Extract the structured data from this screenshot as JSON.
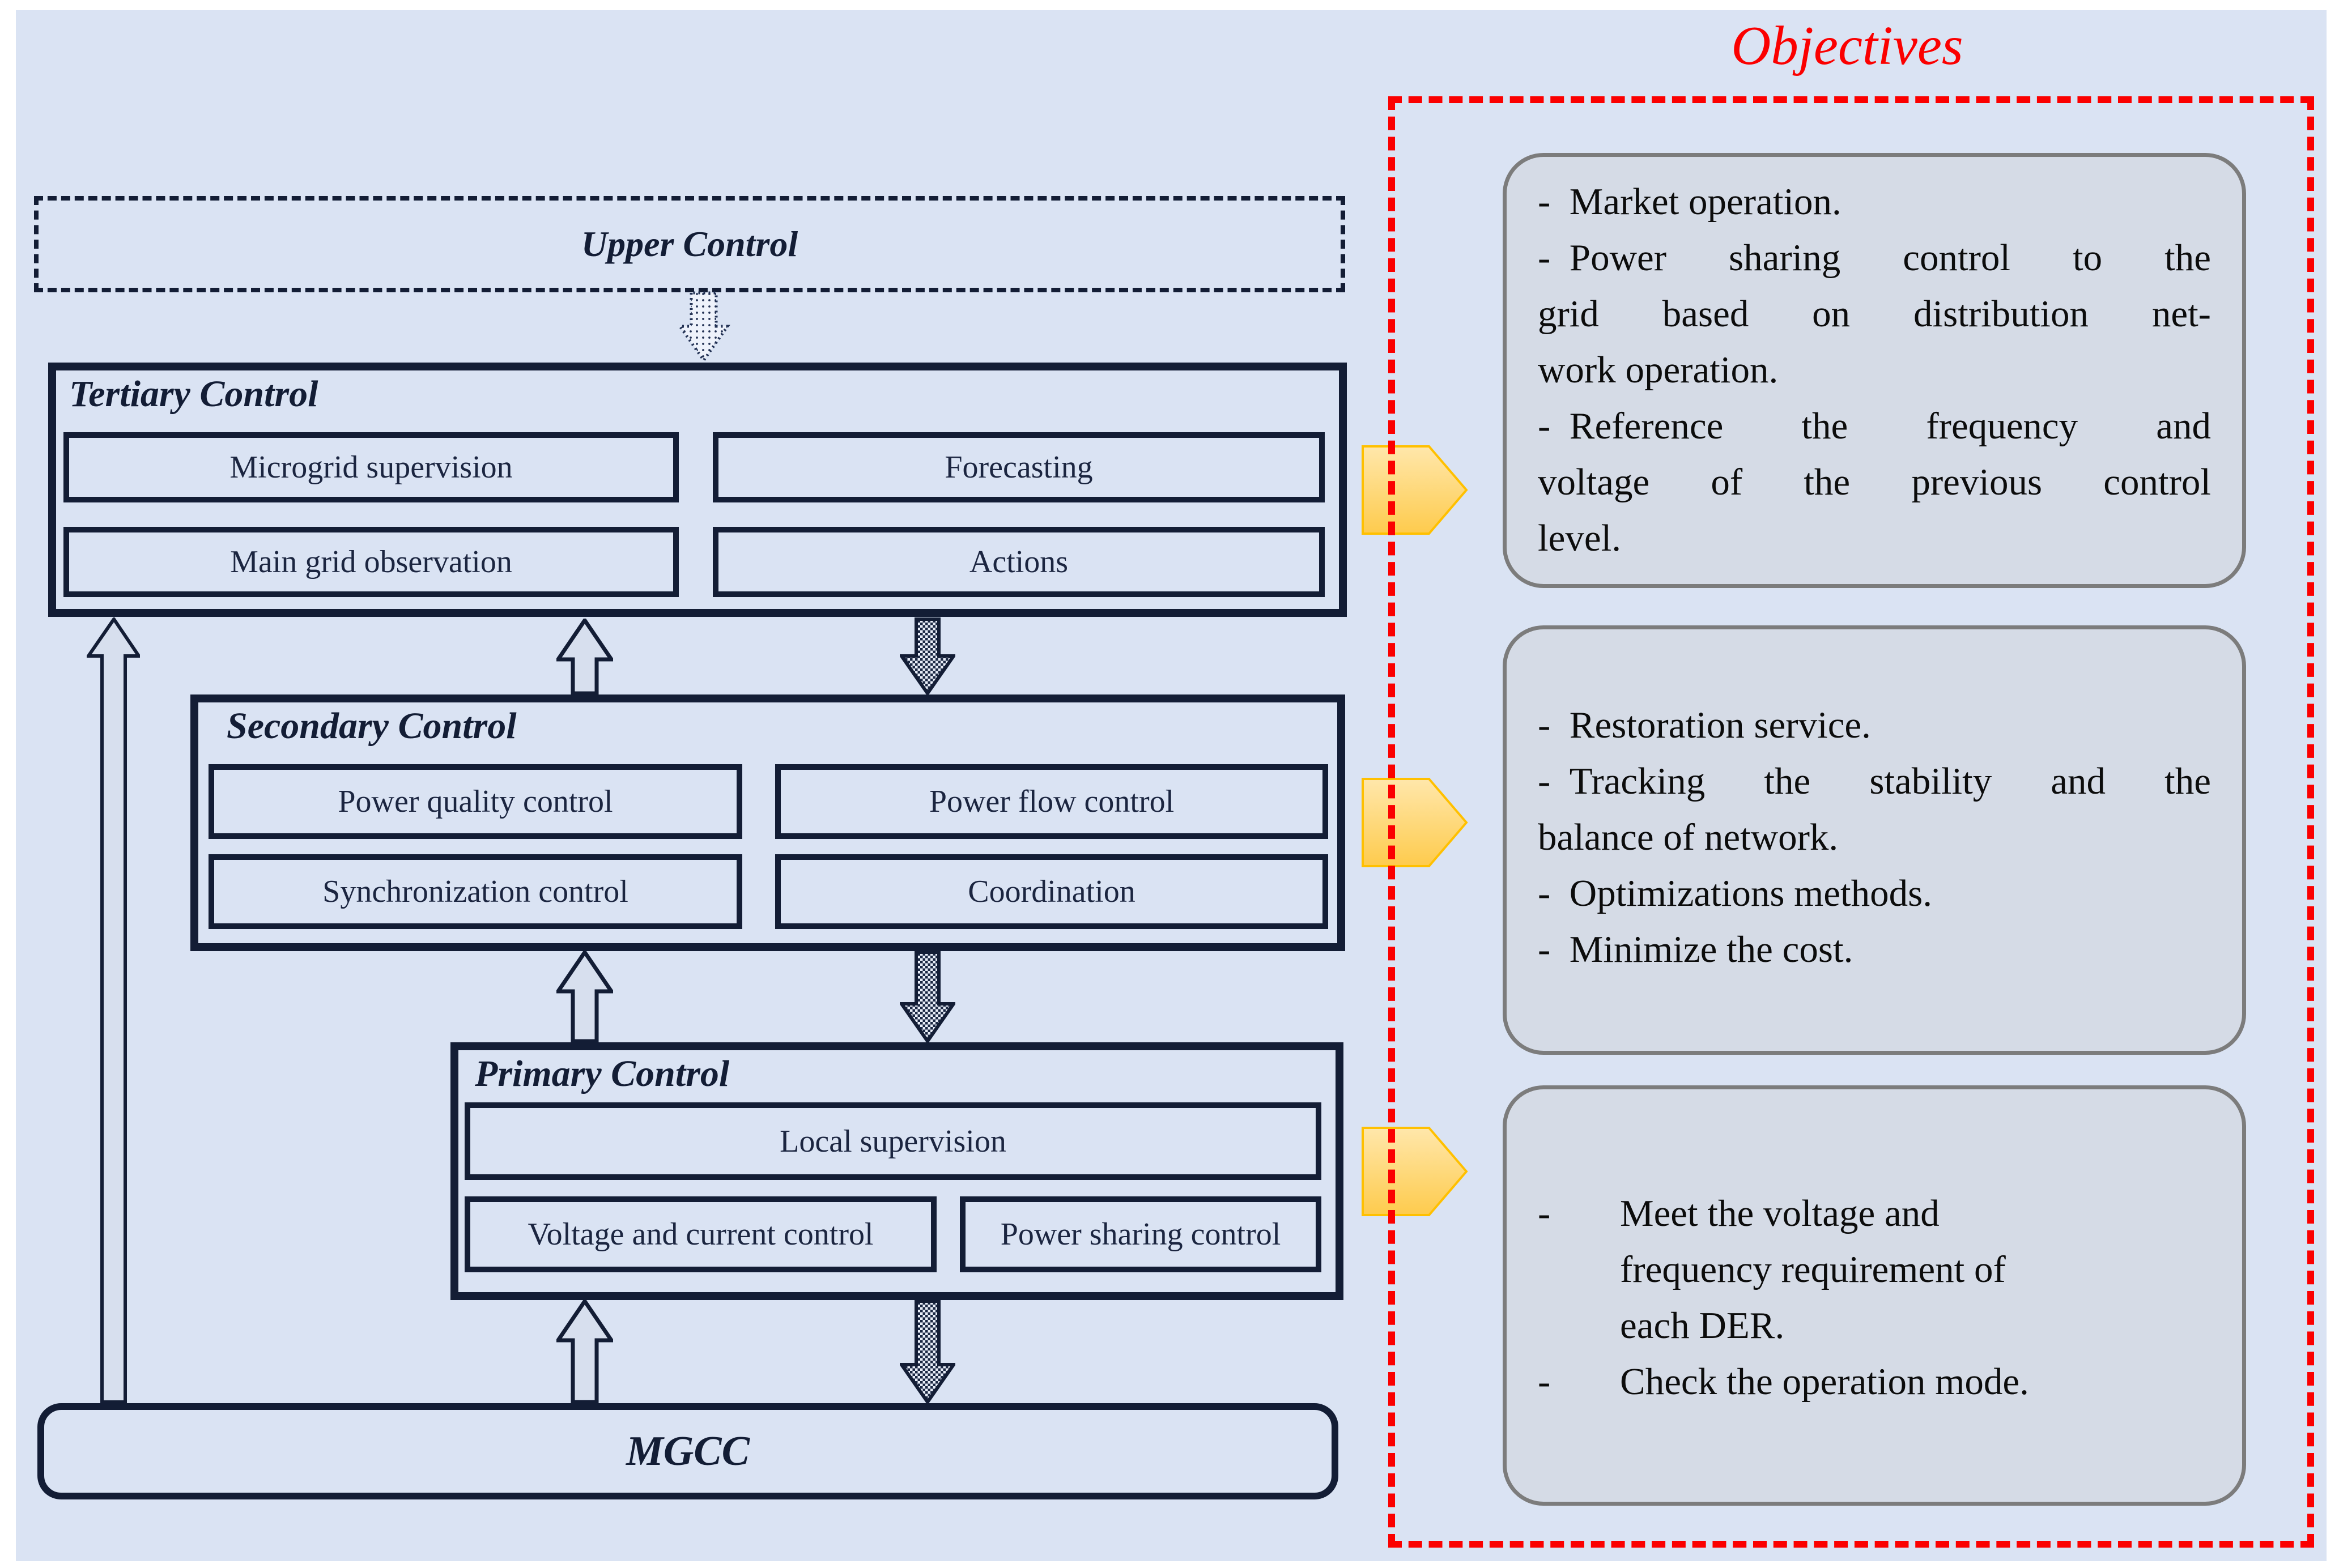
{
  "diagram": {
    "upper_control": {
      "title": "Upper Control"
    },
    "tertiary": {
      "title": "Tertiary Control",
      "items": [
        "Microgrid supervision",
        "Forecasting",
        "Main grid observation",
        "Actions"
      ]
    },
    "secondary": {
      "title": "Secondary Control",
      "items": [
        "Power quality control",
        "Power flow control",
        "Synchronization control",
        "Coordination"
      ]
    },
    "primary": {
      "title": "Primary Control",
      "items": [
        "Local supervision",
        "Voltage and current control",
        "Power sharing control"
      ]
    },
    "mgcc": {
      "title": "MGCC"
    }
  },
  "objectives": {
    "title": "Objectives",
    "accent_color": "#fb0000",
    "arrow_fill": "#ffd966",
    "arrow_border": "#ffc000",
    "boxes": [
      {
        "lines": [
          "- Market operation.",
          "- Power sharing control to the",
          "grid based on distribution net-",
          "work operation.",
          "- Reference the frequency and",
          "voltage of the previous control",
          "level."
        ]
      },
      {
        "lines": [
          "- Restoration service.",
          "- Tracking the stability and the",
          "balance of network.",
          "- Optimizations methods.",
          "- Minimize the cost."
        ]
      },
      {
        "lines": [
          {
            "d": "-",
            "t": "Meet the voltage and"
          },
          {
            "d": "",
            "t": "frequency requirement of"
          },
          {
            "d": "",
            "t": "each DER."
          },
          {
            "d": "-",
            "t": "Check the operation mode."
          }
        ]
      }
    ]
  }
}
